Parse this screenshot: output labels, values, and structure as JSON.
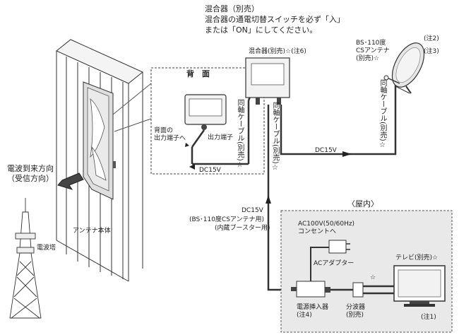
{
  "notice": {
    "title": "混合器（別売）",
    "line1": "混合器の通電切替スイッチを必ず「入」",
    "line2": "または「ON」にしてください。"
  },
  "back_panel": {
    "title": "背　面",
    "output_terminal_back": "背面の\n出力端子へ",
    "output_terminal": "出力端子",
    "dc_label": "DC15V"
  },
  "antenna": {
    "body_label": "アンテナ本体",
    "wave_direction": "電波到来方向\n（受信方向）",
    "tower_label": "電波塔"
  },
  "mixer": {
    "label": "混合器(別売)☆(注6)"
  },
  "bs_antenna": {
    "label": "BS･110度\nCSアンテナ\n(別売)☆",
    "note2": "(注2)",
    "note3": "(注3)"
  },
  "cables": {
    "coax_left": "同軸ケーブル(別売)☆",
    "coax_center": "同軸ケーブル(別売)☆",
    "coax_right": "同軸ケーブル(別売)☆",
    "dc_right": "DC15V",
    "dc_center": "DC15V",
    "dc_center_sub1": "(BS･110度CSアンテナ用)",
    "dc_center_sub2": "(内蔵ブースター用)"
  },
  "indoor": {
    "title": "〈屋内〉",
    "ac_label": "AC100V(50/60Hz)\nコンセントへ",
    "adapter_label": "ACアダプター",
    "star": "☆",
    "power_inserter": "電源挿入器\n(注4)",
    "splitter": "分波器\n(別売)",
    "tv_label": "テレビ(別売)☆",
    "note1": "(注1)"
  }
}
